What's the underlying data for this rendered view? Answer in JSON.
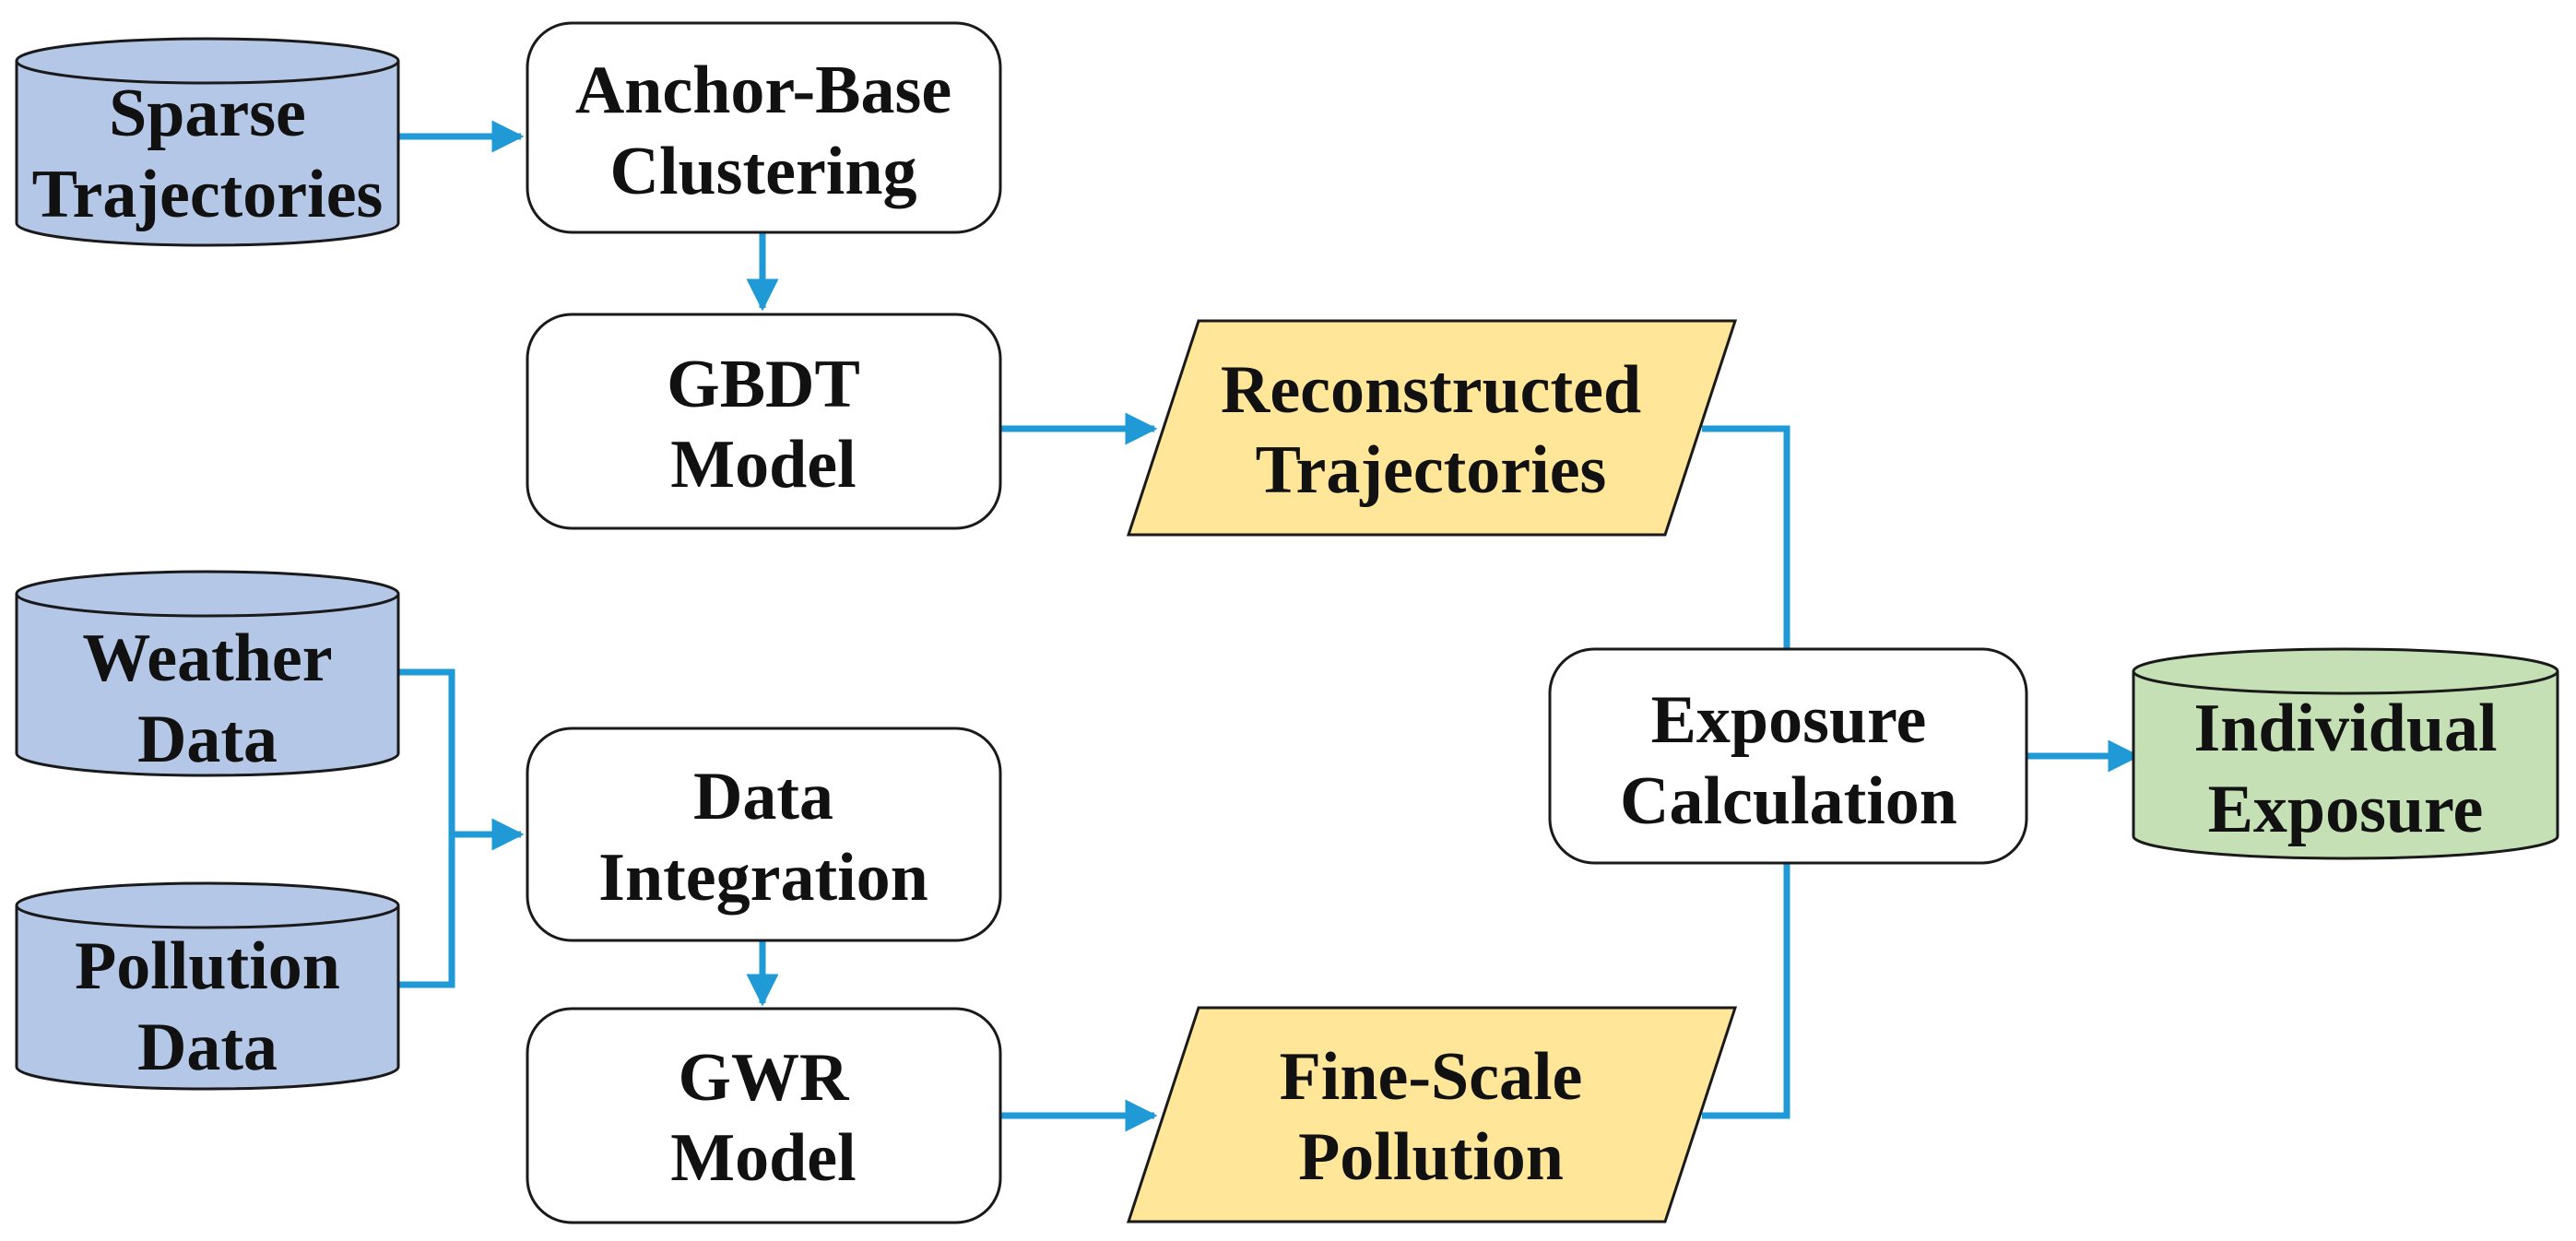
{
  "colors": {
    "datastore_fill": "#b4c7e7",
    "output_datastore_fill": "#c5e0b4",
    "io_fill": "#ffe699",
    "process_fill": "#ffffff",
    "stroke": "#1a1a1a",
    "arrow": "#1f9ad6"
  },
  "nodes": {
    "sparse_trajectories": {
      "shape": "cylinder",
      "lines": [
        "Sparse",
        "Trajectories"
      ]
    },
    "anchor_base_clustering": {
      "shape": "process",
      "lines": [
        "Anchor-Base",
        "Clustering"
      ]
    },
    "gbdt_model": {
      "shape": "process",
      "lines": [
        "GBDT",
        "Model"
      ]
    },
    "reconstructed_trajectories": {
      "shape": "parallelogram",
      "lines": [
        "Reconstructed",
        "Trajectories"
      ]
    },
    "weather_data": {
      "shape": "cylinder",
      "lines": [
        "Weather",
        "Data"
      ]
    },
    "pollution_data": {
      "shape": "cylinder",
      "lines": [
        "Pollution",
        "Data"
      ]
    },
    "data_integration": {
      "shape": "process",
      "lines": [
        "Data",
        "Integration"
      ]
    },
    "gwr_model": {
      "shape": "process",
      "lines": [
        "GWR",
        "Model"
      ]
    },
    "fine_scale_pollution": {
      "shape": "parallelogram",
      "lines": [
        "Fine-Scale",
        "Pollution"
      ]
    },
    "exposure_calculation": {
      "shape": "process",
      "lines": [
        "Exposure",
        "Calculation"
      ]
    },
    "individual_exposure": {
      "shape": "cylinder",
      "lines": [
        "Individual",
        "Exposure"
      ]
    }
  },
  "edges": [
    {
      "from": "sparse_trajectories",
      "to": "anchor_base_clustering"
    },
    {
      "from": "anchor_base_clustering",
      "to": "gbdt_model"
    },
    {
      "from": "gbdt_model",
      "to": "reconstructed_trajectories"
    },
    {
      "from": "reconstructed_trajectories",
      "to": "exposure_calculation"
    },
    {
      "from": "weather_data",
      "to": "data_integration"
    },
    {
      "from": "pollution_data",
      "to": "data_integration"
    },
    {
      "from": "data_integration",
      "to": "gwr_model"
    },
    {
      "from": "gwr_model",
      "to": "fine_scale_pollution"
    },
    {
      "from": "fine_scale_pollution",
      "to": "exposure_calculation"
    },
    {
      "from": "exposure_calculation",
      "to": "individual_exposure"
    }
  ]
}
